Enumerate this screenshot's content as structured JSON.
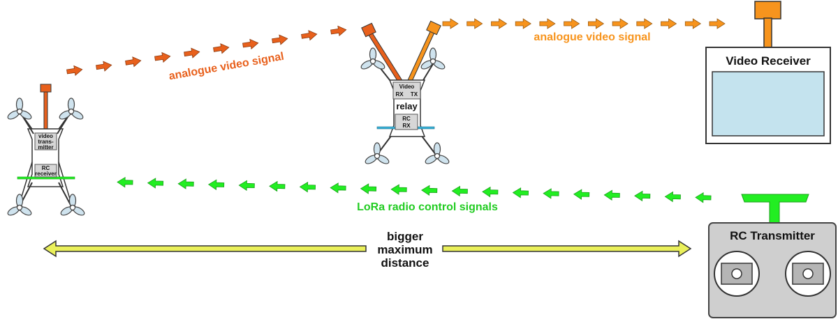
{
  "signals": {
    "video_link_1": "analogue video signal",
    "video_link_2": "analogue video signal",
    "control_link": "LoRa radio control signals"
  },
  "drone_left": {
    "video_tx_line1": "video",
    "video_tx_line2": "trans-",
    "video_tx_line3": "mitter",
    "rc_line1": "RC",
    "rc_line2": "receiver"
  },
  "relay_drone": {
    "video_line1": "Video",
    "video_rx": "RX",
    "video_tx": "TX",
    "relay_label": "relay",
    "rc_line1": "RC",
    "rc_line2": "RX"
  },
  "video_receiver": {
    "title": "Video Receiver"
  },
  "rc_transmitter": {
    "title": "RC Transmitter"
  },
  "distance": {
    "line1": "bigger",
    "line2": "maximum",
    "line3": "distance"
  },
  "colors": {
    "video_dark_orange": "#e8601c",
    "video_light_orange": "#f7941d",
    "lora_green": "#22ee22",
    "distance_yellow": "#eaf05a",
    "screen_blue": "#c4e3ee",
    "tx_gray": "#cfcfcf"
  }
}
